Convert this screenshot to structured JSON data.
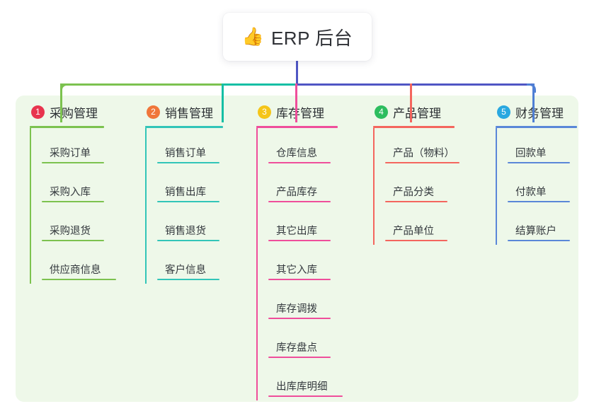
{
  "title": {
    "icon": "thumbs-up-icon",
    "emoji": "👍",
    "text": "ERP 后台"
  },
  "connector_colors": {
    "stem": "#4f56c4",
    "segment_green": "#7cc24f",
    "segment_teal": "#15bfa5",
    "segment_blue": "#4f56c4",
    "drop_1": "#7cc24f",
    "drop_2": "#15bfa5",
    "drop_3": "#ef4e9b",
    "drop_4": "#f4665e",
    "drop_5": "#4f7fd4"
  },
  "panel": {
    "background": "#eef8e9"
  },
  "columns": [
    {
      "number": "1",
      "badge_color": "#e8344e",
      "line_color": "#7cc24f",
      "title": "采购管理",
      "items": [
        {
          "label": "采购订单"
        },
        {
          "label": "采购入库"
        },
        {
          "label": "采购退货"
        },
        {
          "label": "供应商信息"
        }
      ]
    },
    {
      "number": "2",
      "badge_color": "#f0763a",
      "line_color": "#32c5b8",
      "title": "销售管理",
      "items": [
        {
          "label": "销售订单"
        },
        {
          "label": "销售出库"
        },
        {
          "label": "销售退货"
        },
        {
          "label": "客户信息"
        }
      ]
    },
    {
      "number": "3",
      "badge_color": "#f5c518",
      "line_color": "#ef4e9b",
      "title": "库存管理",
      "items": [
        {
          "label": "仓库信息"
        },
        {
          "label": "产品库存"
        },
        {
          "label": "其它出库"
        },
        {
          "label": "其它入库"
        },
        {
          "label": "库存调拨"
        },
        {
          "label": "库存盘点"
        },
        {
          "label": "出库库明细"
        }
      ]
    },
    {
      "number": "4",
      "badge_color": "#2dbd5f",
      "line_color": "#f4665e",
      "title": "产品管理",
      "items": [
        {
          "label": "产品（物料）"
        },
        {
          "label": "产品分类"
        },
        {
          "label": "产品单位"
        }
      ]
    },
    {
      "number": "5",
      "badge_color": "#29a8e0",
      "line_color": "#5a87d8",
      "title": "财务管理",
      "items": [
        {
          "label": "回款单"
        },
        {
          "label": "付款单"
        },
        {
          "label": "结算账户"
        }
      ]
    }
  ]
}
